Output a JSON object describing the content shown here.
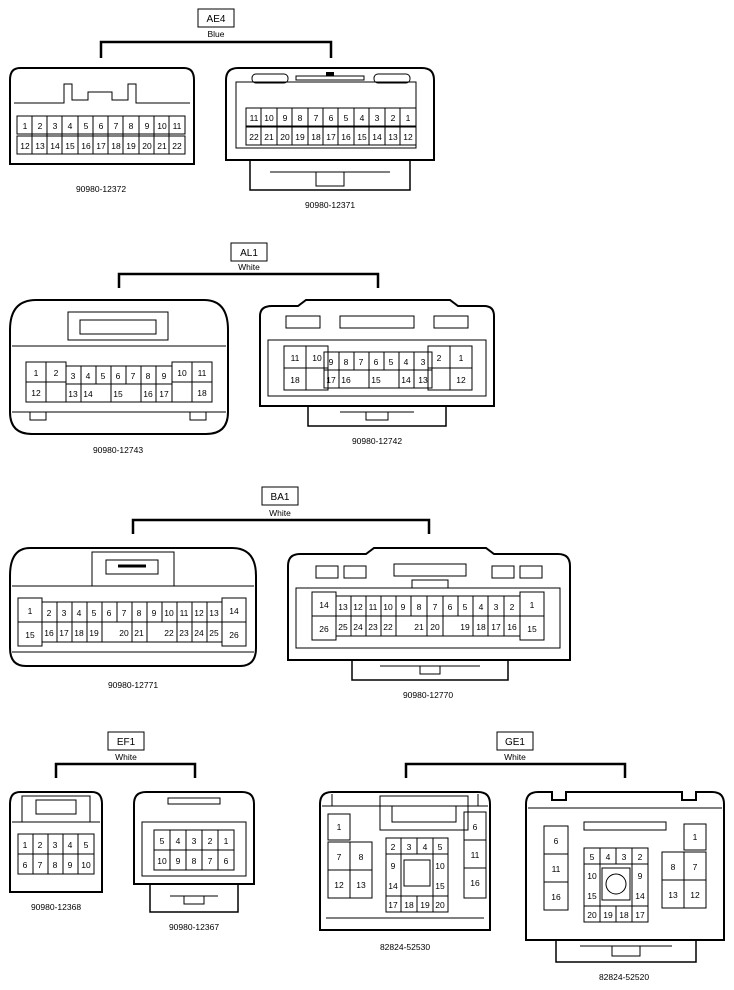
{
  "groups": [
    {
      "id": "AE4",
      "color": "Blue",
      "connectors": [
        {
          "part": "90980-12372",
          "rows": [
            [
              "1",
              "2",
              "3",
              "4",
              "5",
              "6",
              "7",
              "8",
              "9",
              "10",
              "11"
            ],
            [
              "12",
              "13",
              "14",
              "15",
              "16",
              "17",
              "18",
              "19",
              "20",
              "21",
              "22"
            ]
          ]
        },
        {
          "part": "90980-12371",
          "rows": [
            [
              "11",
              "10",
              "9",
              "8",
              "7",
              "6",
              "5",
              "4",
              "3",
              "2",
              "1"
            ],
            [
              "22",
              "21",
              "20",
              "19",
              "18",
              "17",
              "16",
              "15",
              "14",
              "13",
              "12"
            ]
          ]
        }
      ]
    },
    {
      "id": "AL1",
      "color": "White",
      "connectors": [
        {
          "part": "90980-12743",
          "rows": [
            [
              "1",
              "2",
              "3",
              "4",
              "5",
              "6",
              "7",
              "8",
              "9",
              "10",
              "11"
            ],
            [
              "12",
              "13",
              "14",
              "15",
              "16",
              "17",
              "18"
            ]
          ]
        },
        {
          "part": "90980-12742",
          "rows": [
            [
              "11",
              "10",
              "9",
              "8",
              "7",
              "6",
              "5",
              "4",
              "3",
              "2",
              "1"
            ],
            [
              "18",
              "17",
              "16",
              "15",
              "14",
              "13",
              "12"
            ]
          ]
        }
      ]
    },
    {
      "id": "BA1",
      "color": "White",
      "connectors": [
        {
          "part": "90980-12771",
          "rows": [
            [
              "1",
              "2",
              "3",
              "4",
              "5",
              "6",
              "7",
              "8",
              "9",
              "10",
              "11",
              "12",
              "13",
              "14"
            ],
            [
              "15",
              "16",
              "17",
              "18",
              "19",
              "20",
              "21",
              "22",
              "23",
              "24",
              "25",
              "26"
            ]
          ]
        },
        {
          "part": "90980-12770",
          "rows": [
            [
              "14",
              "13",
              "12",
              "11",
              "10",
              "9",
              "8",
              "7",
              "6",
              "5",
              "4",
              "3",
              "2",
              "1"
            ],
            [
              "26",
              "25",
              "24",
              "23",
              "22",
              "21",
              "20",
              "19",
              "18",
              "17",
              "16",
              "15"
            ]
          ]
        }
      ]
    },
    {
      "id": "EF1",
      "color": "White",
      "connectors": [
        {
          "part": "90980-12368",
          "rows": [
            [
              "1",
              "2",
              "3",
              "4",
              "5"
            ],
            [
              "6",
              "7",
              "8",
              "9",
              "10"
            ]
          ]
        },
        {
          "part": "90980-12367",
          "rows": [
            [
              "5",
              "4",
              "3",
              "2",
              "1"
            ],
            [
              "10",
              "9",
              "8",
              "7",
              "6"
            ]
          ]
        }
      ]
    },
    {
      "id": "GE1",
      "color": "White",
      "connectors": [
        {
          "part": "82824-52530",
          "rows": [
            [
              "1",
              "2",
              "3",
              "4",
              "5",
              "6"
            ],
            [
              "7",
              "8",
              "9",
              "10",
              "11"
            ],
            [
              "12",
              "13",
              "14",
              "15",
              "16"
            ],
            [
              "17",
              "18",
              "19",
              "20"
            ]
          ]
        },
        {
          "part": "82824-52520",
          "rows": [
            [
              "6",
              "5",
              "4",
              "3",
              "2",
              "1"
            ],
            [
              "11",
              "10",
              "9",
              "8",
              "7"
            ],
            [
              "16",
              "15",
              "14",
              "13",
              "12"
            ],
            [
              "20",
              "19",
              "18",
              "17"
            ]
          ]
        }
      ]
    }
  ]
}
